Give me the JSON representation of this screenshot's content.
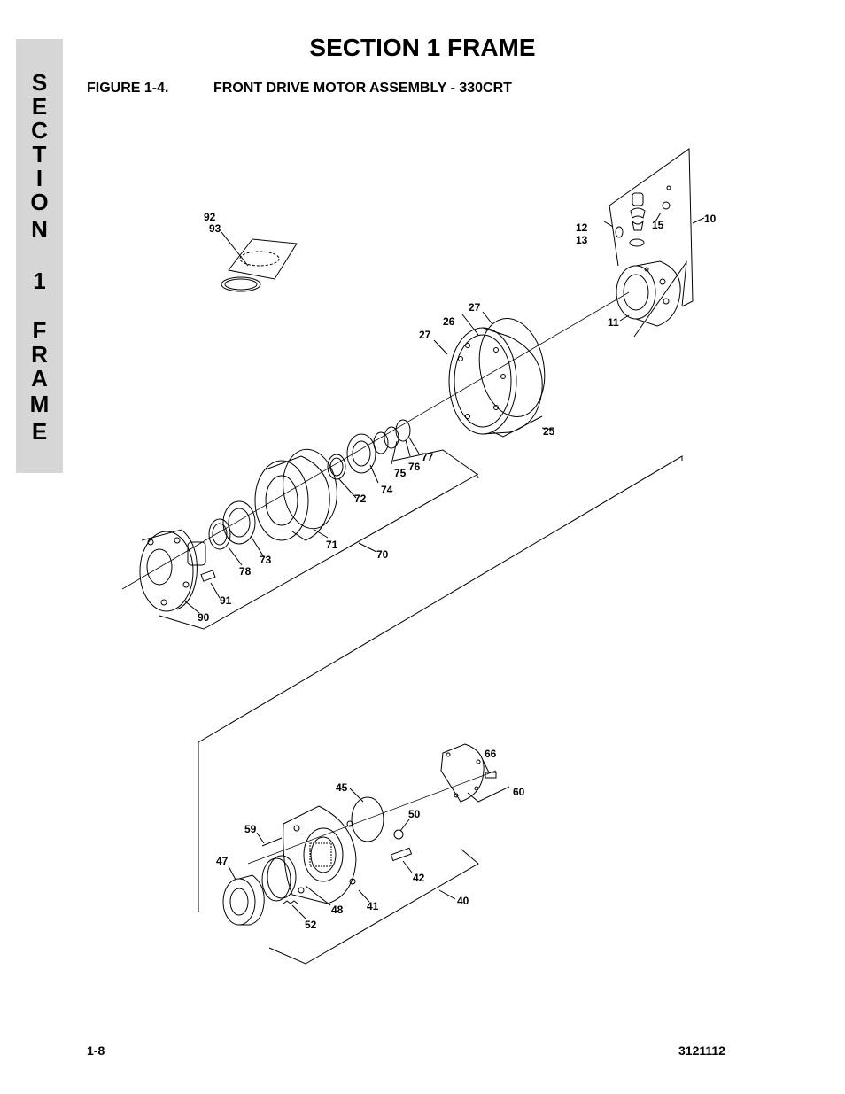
{
  "section_tab": {
    "word1": [
      "S",
      "E",
      "C",
      "T",
      "I",
      "O",
      "N"
    ],
    "number": "1",
    "word2": [
      "F",
      "R",
      "A",
      "M",
      "E"
    ]
  },
  "header": {
    "title": "SECTION 1  FRAME",
    "figure_number": "FIGURE 1-4.",
    "figure_title": "FRONT DRIVE MOTOR ASSEMBLY - 330CRT"
  },
  "callouts": {
    "c10": "10",
    "c11": "11",
    "c12": "12",
    "c13": "13",
    "c15": "15",
    "c25": "25",
    "c26": "26",
    "c27a": "27",
    "c27b": "27",
    "c40": "40",
    "c41": "41",
    "c42": "42",
    "c45": "45",
    "c47": "47",
    "c48": "48",
    "c50": "50",
    "c52": "52",
    "c59": "59",
    "c60": "60",
    "c66": "66",
    "c70": "70",
    "c71": "71",
    "c72": "72",
    "c73": "73",
    "c74": "74",
    "c75": "75",
    "c76": "76",
    "c77": "77",
    "c78": "78",
    "c90": "90",
    "c91": "91",
    "c92": "92",
    "c93": "93"
  },
  "footer": {
    "page": "1-8",
    "doc_number": "3121112"
  }
}
